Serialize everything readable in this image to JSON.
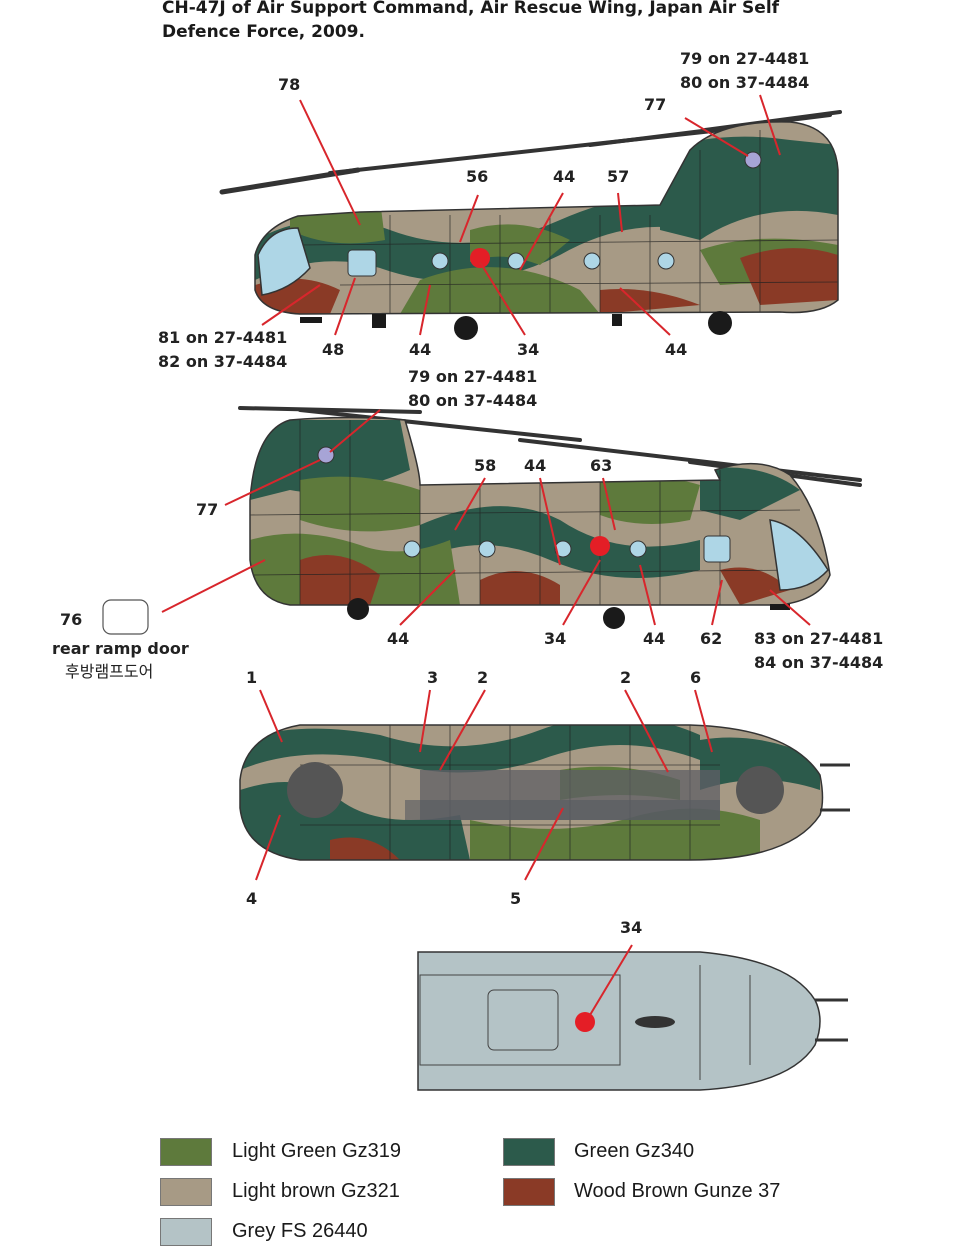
{
  "title": {
    "line1": "CH-47J of Air Support Command, Air Rescue Wing, Japan Air Self",
    "line2": "Defence Force, 2009."
  },
  "colors": {
    "light_green": "#5e7a3c",
    "green": "#2c5a4b",
    "light_brown": "#a79a85",
    "wood_brown": "#8a3a26",
    "grey": "#b4c3c6",
    "red_marker": "#e41e26",
    "window_blue": "#aed6e6"
  },
  "side1": {
    "callouts": {
      "c78": "78",
      "c56": "56",
      "c44a": "44",
      "c57": "57",
      "c77": "77",
      "c79": "79 on 27-4481",
      "c80": "80 on 37-4484",
      "c81": "81 on 27-4481",
      "c82": "82 on 37-4484",
      "c48": "48",
      "c44b": "44",
      "c34": "34",
      "c44c": "44"
    }
  },
  "side2": {
    "callouts": {
      "c79": "79 on 27-4481",
      "c80": "80 on 37-4484",
      "c58": "58",
      "c44a": "44",
      "c63": "63",
      "c77": "77",
      "c76": "76",
      "ramp_en": "rear ramp door",
      "ramp_ko": "후방램프도어",
      "c44b": "44",
      "c34": "34",
      "c44c": "44",
      "c62": "62",
      "c83": "83 on 27-4481",
      "c84": "84 on 37-4484"
    }
  },
  "top_view": {
    "callouts": {
      "c1": "1",
      "c3": "3",
      "c2a": "2",
      "c2b": "2",
      "c6": "6",
      "c4": "4",
      "c5": "5"
    }
  },
  "bottom_view": {
    "callouts": {
      "c34": "34"
    }
  },
  "legend": [
    {
      "label": "Light Green Gz319",
      "color": "#5e7a3c"
    },
    {
      "label": "Green Gz340",
      "color": "#2c5a4b"
    },
    {
      "label": "Light brown Gz321",
      "color": "#a79a85"
    },
    {
      "label": "Wood Brown Gunze 37",
      "color": "#8a3a26"
    },
    {
      "label": "Grey FS 26440",
      "color": "#b4c3c6"
    }
  ]
}
